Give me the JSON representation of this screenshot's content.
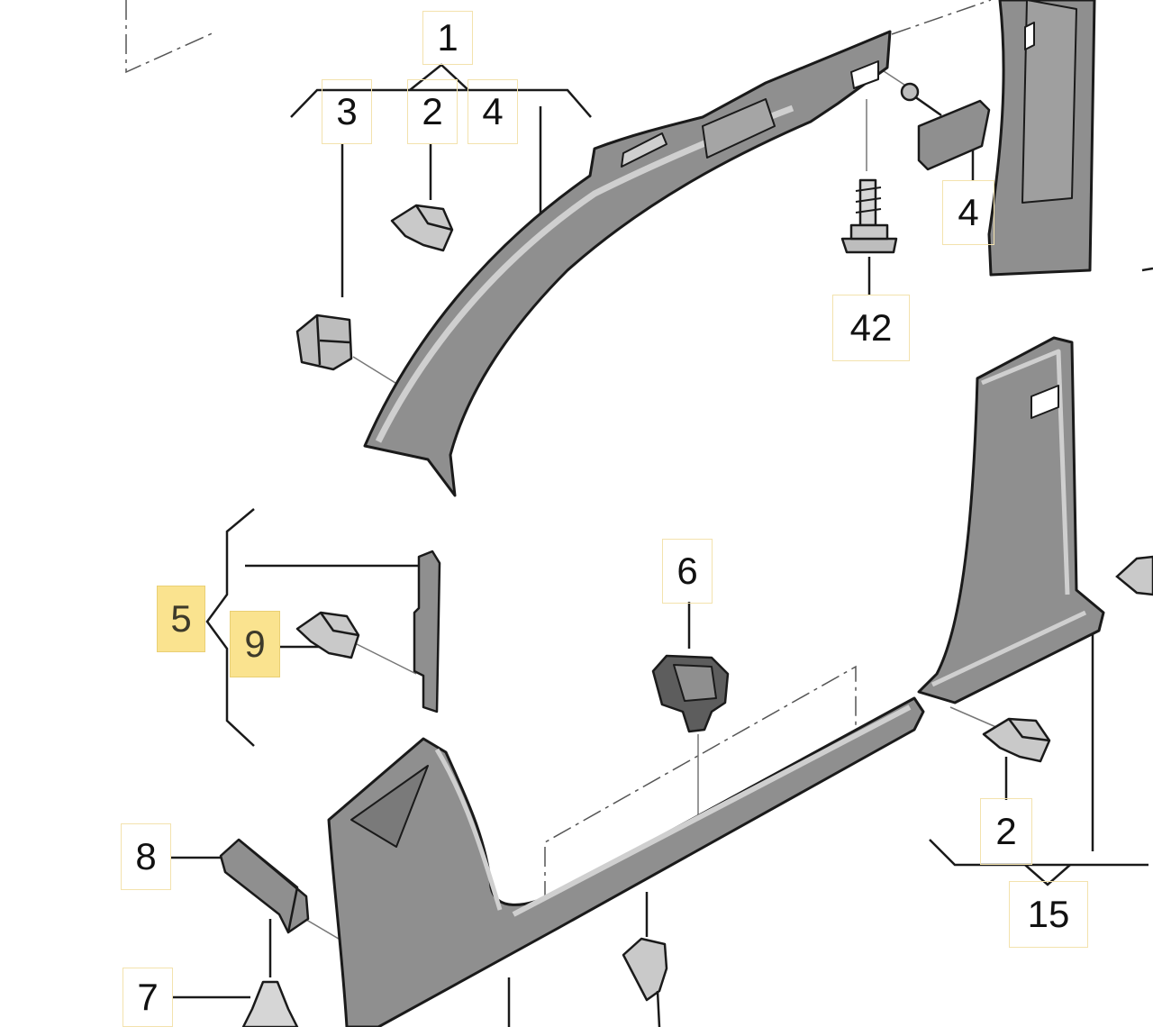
{
  "diagram": {
    "callouts": [
      {
        "id": "c1",
        "label": "1",
        "highlight": false
      },
      {
        "id": "c3",
        "label": "3",
        "highlight": false
      },
      {
        "id": "c2a",
        "label": "2",
        "highlight": false
      },
      {
        "id": "c4a",
        "label": "4",
        "highlight": false
      },
      {
        "id": "c4b",
        "label": "4",
        "highlight": false
      },
      {
        "id": "c42",
        "label": "42",
        "highlight": false
      },
      {
        "id": "c6",
        "label": "6",
        "highlight": false
      },
      {
        "id": "c5",
        "label": "5",
        "highlight": true
      },
      {
        "id": "c9",
        "label": "9",
        "highlight": true
      },
      {
        "id": "c8",
        "label": "8",
        "highlight": false
      },
      {
        "id": "c2b",
        "label": "2",
        "highlight": false
      },
      {
        "id": "c15",
        "label": "15",
        "highlight": false
      },
      {
        "id": "c7",
        "label": "7",
        "highlight": false
      }
    ],
    "colors": {
      "line": "#1a1a1a",
      "part_fill": "#8f8f8f",
      "part_light": "#cfcfcf",
      "part_dark": "#5d5d5d",
      "highlight": "#fae38f",
      "callout_border": "#f3e2ad"
    }
  }
}
